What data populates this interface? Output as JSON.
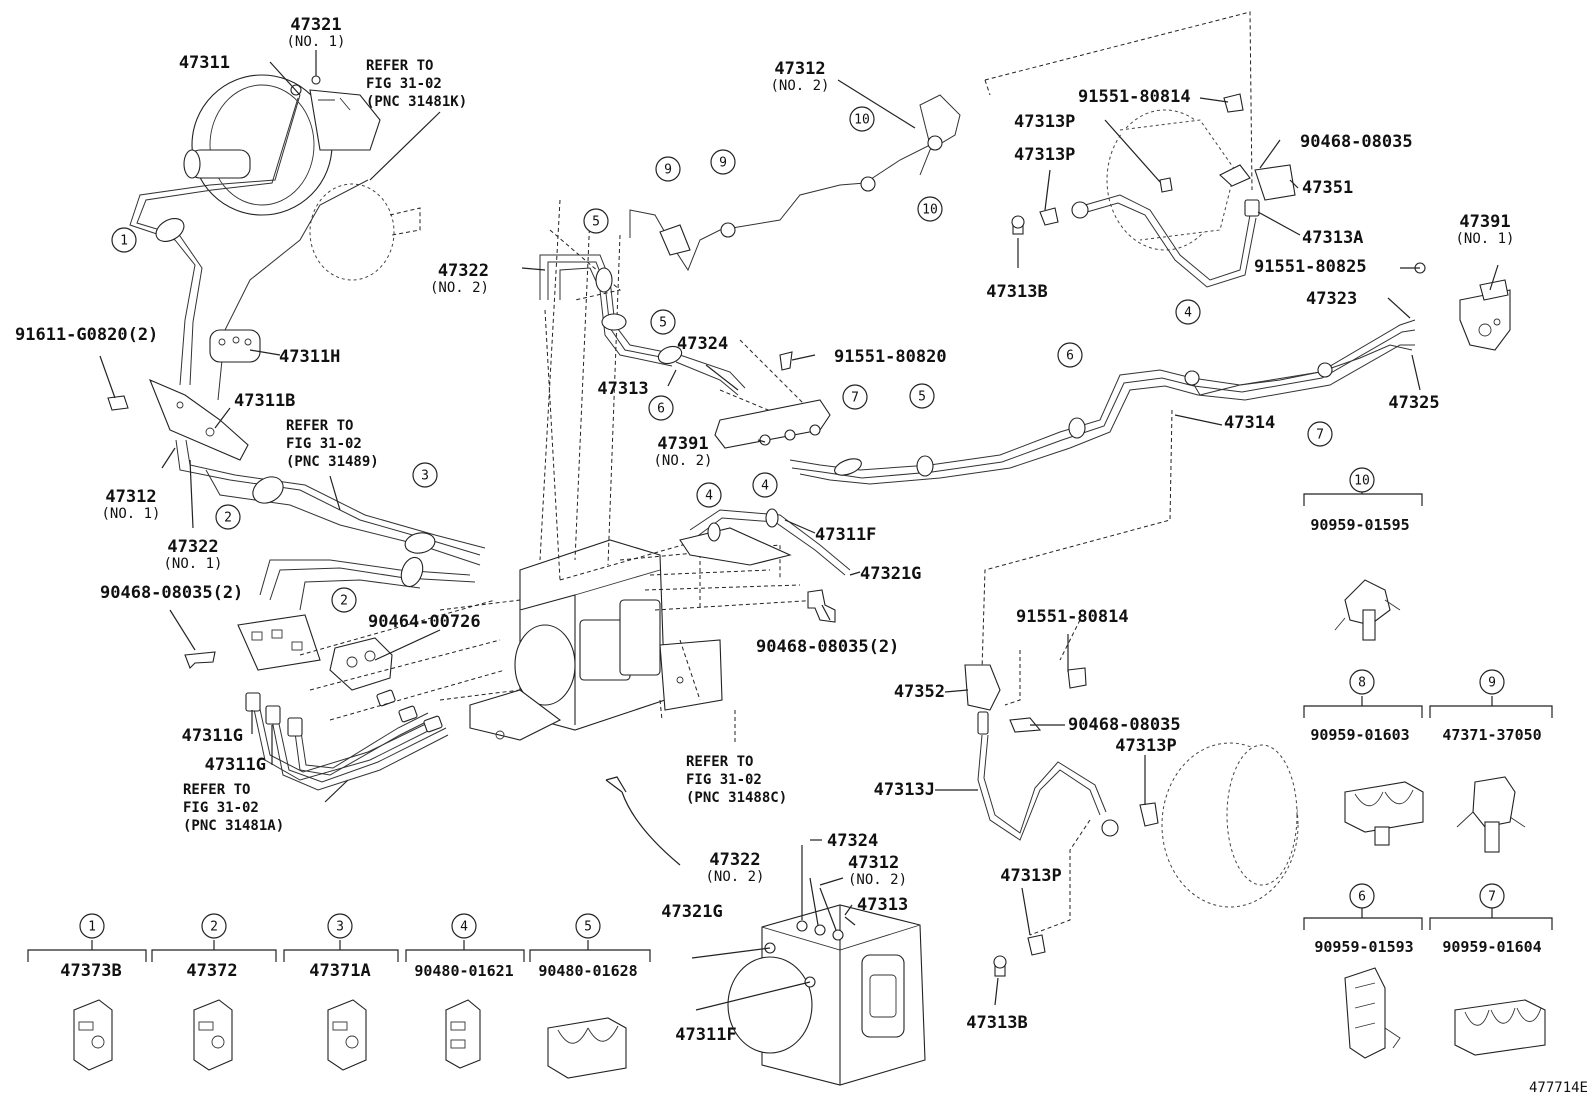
{
  "diagram_id": "477714E",
  "callouts": [
    {
      "pn": "47321",
      "sub": "(NO. 1)"
    },
    {
      "pn": "47311",
      "sub": ""
    },
    {
      "pn": "",
      "sub": "REFER TO\nFIG 31-02\n(PNC 31481K)"
    },
    {
      "pn": "91611-G0820(2)",
      "sub": ""
    },
    {
      "pn": "47311H",
      "sub": ""
    },
    {
      "pn": "47311B",
      "sub": ""
    },
    {
      "pn": "",
      "sub": "REFER TO\nFIG 31-02\n(PNC 31489)"
    },
    {
      "pn": "47312",
      "sub": "(NO. 1)"
    },
    {
      "pn": "47322",
      "sub": "(NO. 1)"
    },
    {
      "pn": "90468-08035(2)",
      "sub": ""
    },
    {
      "pn": "90464-00726",
      "sub": ""
    },
    {
      "pn": "47311G",
      "sub": ""
    },
    {
      "pn": "47311G",
      "sub": ""
    },
    {
      "pn": "",
      "sub": "REFER TO\nFIG 31-02\n(PNC 31481A)"
    },
    {
      "pn": "47312",
      "sub": "(NO. 2)"
    },
    {
      "pn": "47322",
      "sub": "(NO. 2)"
    },
    {
      "pn": "47313",
      "sub": ""
    },
    {
      "pn": "47324",
      "sub": ""
    },
    {
      "pn": "91551-80820",
      "sub": ""
    },
    {
      "pn": "47391",
      "sub": "(NO. 2)"
    },
    {
      "pn": "47311F",
      "sub": ""
    },
    {
      "pn": "47321G",
      "sub": ""
    },
    {
      "pn": "90468-08035(2)",
      "sub": ""
    },
    {
      "pn": "",
      "sub": "REFER TO\nFIG 31-02\n(PNC 31488C)"
    },
    {
      "pn": "91551-80814",
      "sub": ""
    },
    {
      "pn": "47313P",
      "sub": ""
    },
    {
      "pn": "47313P",
      "sub": ""
    },
    {
      "pn": "90468-08035",
      "sub": ""
    },
    {
      "pn": "47351",
      "sub": ""
    },
    {
      "pn": "47313A",
      "sub": ""
    },
    {
      "pn": "47313B",
      "sub": ""
    },
    {
      "pn": "47391",
      "sub": "(NO. 1)"
    },
    {
      "pn": "91551-80825",
      "sub": ""
    },
    {
      "pn": "47323",
      "sub": ""
    },
    {
      "pn": "47325",
      "sub": ""
    },
    {
      "pn": "47314",
      "sub": ""
    },
    {
      "pn": "91551-80814",
      "sub": ""
    },
    {
      "pn": "47352",
      "sub": ""
    },
    {
      "pn": "90468-08035",
      "sub": ""
    },
    {
      "pn": "47313P",
      "sub": ""
    },
    {
      "pn": "47313J",
      "sub": ""
    },
    {
      "pn": "47313P",
      "sub": ""
    },
    {
      "pn": "47313B",
      "sub": ""
    },
    {
      "pn": "47324",
      "sub": ""
    },
    {
      "pn": "47322",
      "sub": "(NO. 2)"
    },
    {
      "pn": "47312",
      "sub": "(NO. 2)"
    },
    {
      "pn": "47313",
      "sub": ""
    },
    {
      "pn": "47321G",
      "sub": ""
    },
    {
      "pn": "47311F",
      "sub": ""
    }
  ],
  "clamp_legend": [
    {
      "num": "1",
      "part": "47373B"
    },
    {
      "num": "2",
      "part": "47372"
    },
    {
      "num": "3",
      "part": "47371A"
    },
    {
      "num": "4",
      "part": "90480-01621"
    },
    {
      "num": "5",
      "part": "90480-01628"
    },
    {
      "num": "10",
      "part": "90959-01595"
    },
    {
      "num": "8",
      "part": "90959-01603"
    },
    {
      "num": "9",
      "part": "47371-37050"
    },
    {
      "num": "6",
      "part": "90959-01593"
    },
    {
      "num": "7",
      "part": "90959-01604"
    }
  ],
  "diagram_circles": [
    "1",
    "2",
    "2",
    "3",
    "4",
    "4",
    "4",
    "5",
    "5",
    "5",
    "6",
    "6",
    "7",
    "7",
    "9",
    "9",
    "10",
    "10"
  ]
}
